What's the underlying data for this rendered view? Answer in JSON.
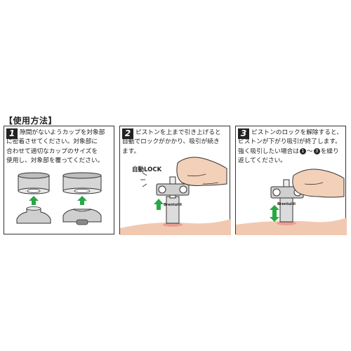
{
  "heading": "【使用方法】",
  "steps": [
    {
      "number": "1",
      "lines": [
        "隙間がないようカップを対象部",
        "に密着させてください。対象部に",
        "合わせて適切なカップのサイズを",
        "使用し、対象部を覆ってください。"
      ]
    },
    {
      "number": "2",
      "lines": [
        "ピストンを上まで引き上げると",
        "自動でロックがかかり、吸引が続き",
        "ます。"
      ],
      "label": "自動LOCK",
      "device_text": "Brentuilli"
    },
    {
      "number": "3",
      "lines": [
        "ピストンのロックを解除すると、",
        "ピストンが下がり吸引が終了します。",
        "強く吸引したい場合は"
      ],
      "line3_badge_1": "1",
      "line3_tilde": "～",
      "line3_badge_2": "3",
      "line3_suffix": "を繰り",
      "line4": "返してください。",
      "device_text": "Brentuilli"
    }
  ],
  "colors": {
    "arrow_green": "#27a845",
    "skin": "#f1c9b1",
    "cup_gray": "#cfcfcf",
    "ink": "#222222"
  }
}
